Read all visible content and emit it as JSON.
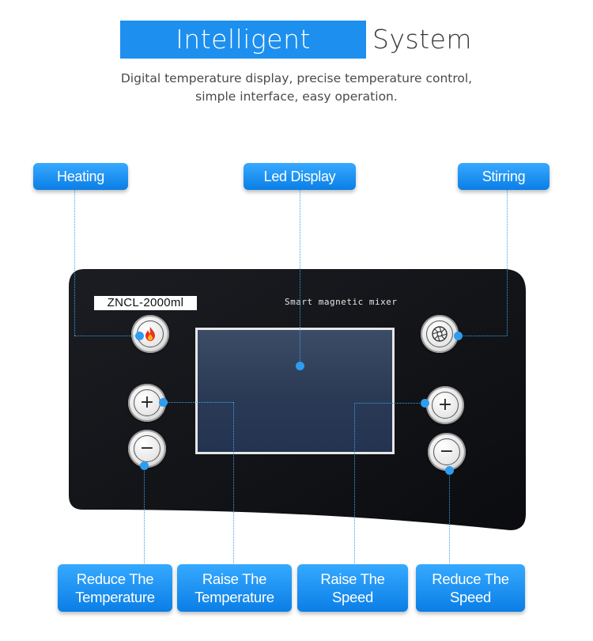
{
  "header": {
    "title_highlight": "Intelligent Controll",
    "title_rest": "System",
    "subtitle_line1": "Digital temperature display, precise temperature control,",
    "subtitle_line2": "simple interface, easy operation."
  },
  "callouts": {
    "heating": "Heating",
    "led_display": "Led Display",
    "stirring": "Stirring",
    "reduce_temp_1": "Reduce The",
    "reduce_temp_2": "Temperature",
    "raise_temp_1": "Raise The",
    "raise_temp_2": "Temperature",
    "raise_speed_1": "Raise The",
    "raise_speed_2": "Speed",
    "reduce_speed_1": "Reduce The",
    "reduce_speed_2": "Speed"
  },
  "panel": {
    "model": "ZNCL-2000ml",
    "brand_text": "Smart magnetic mixer",
    "plus_symbol": "+",
    "minus_symbol": "−"
  },
  "colors": {
    "accent_blue": "#1d8fee",
    "panel_black": "#111317",
    "leader_blue": "#39a3f2"
  }
}
